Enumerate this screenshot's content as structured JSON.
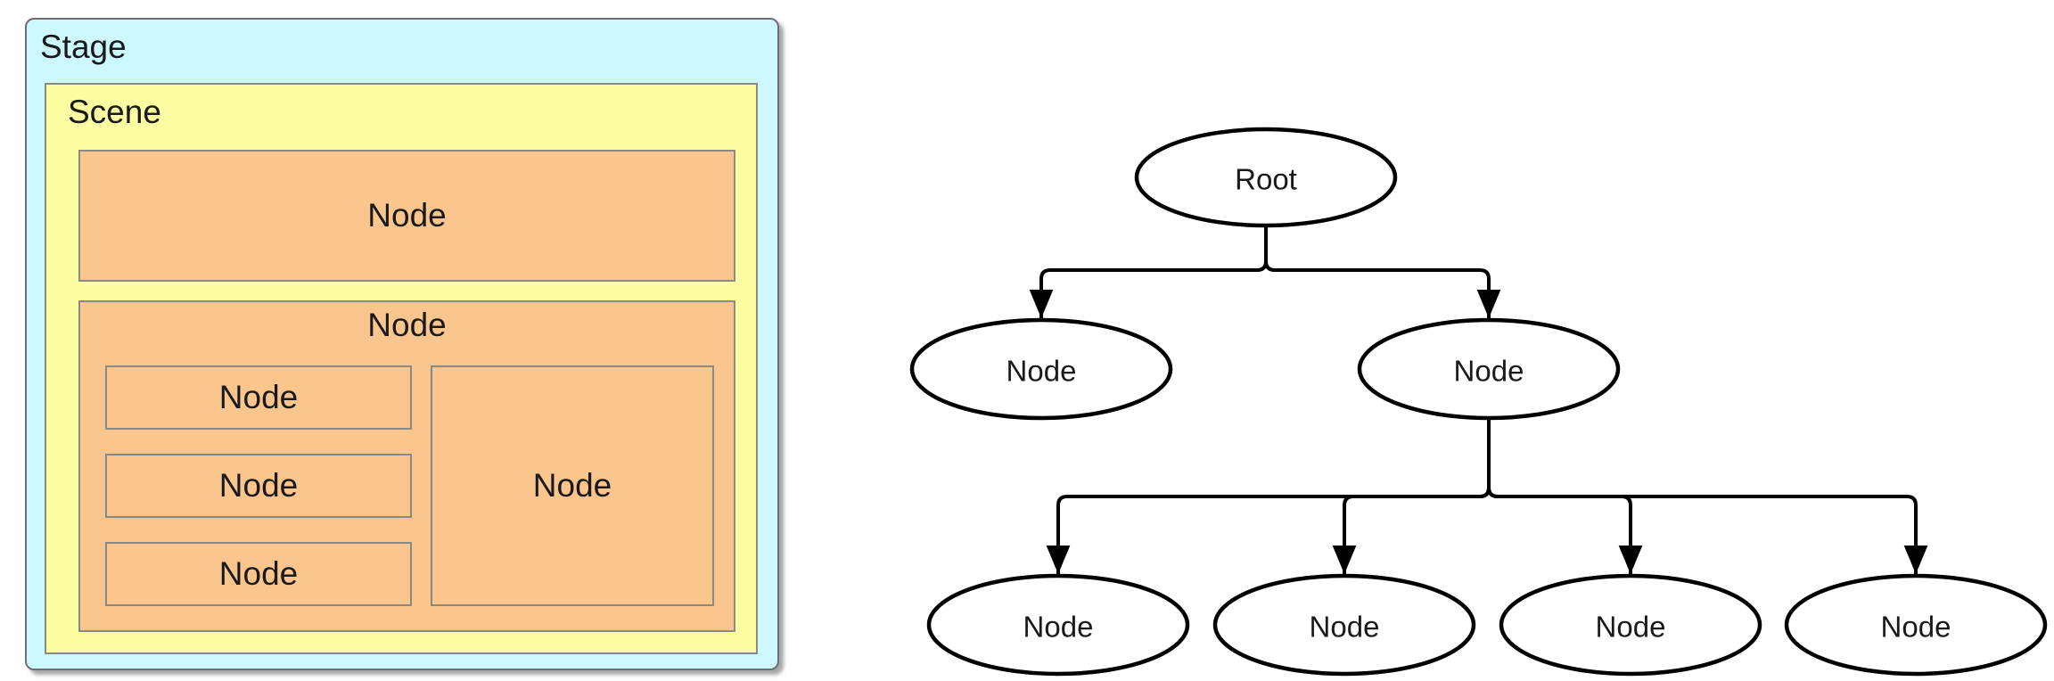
{
  "diagram": {
    "stage": {
      "label": "Stage"
    },
    "scene": {
      "label": "Scene"
    },
    "top_node": {
      "label": "Node"
    },
    "group_node": {
      "label": "Node"
    },
    "group_children": [
      {
        "label": "Node"
      },
      {
        "label": "Node"
      },
      {
        "label": "Node"
      }
    ],
    "group_big_child": {
      "label": "Node"
    }
  },
  "tree": {
    "root": {
      "label": "Root"
    },
    "level2": [
      {
        "label": "Node"
      },
      {
        "label": "Node"
      }
    ],
    "level3": [
      {
        "label": "Node"
      },
      {
        "label": "Node"
      },
      {
        "label": "Node"
      },
      {
        "label": "Node"
      }
    ]
  },
  "colors": {
    "stage_fill": "#cdf8fe",
    "scene_fill": "#fdfda1",
    "node_fill": "#fbc68e",
    "node_border": "#8a8a84",
    "stage_border": "#6f6f73",
    "edge_color": "#000000",
    "text_color": "#1a1a1a",
    "canvas_bg": "#ffffff"
  }
}
